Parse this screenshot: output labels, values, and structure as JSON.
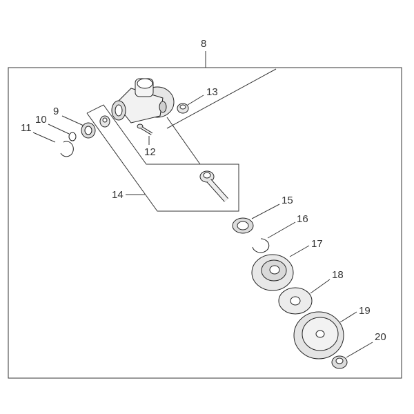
{
  "callouts": {
    "c8": "8",
    "c9": "9",
    "c10": "10",
    "c11": "11",
    "c12": "12",
    "c13": "13",
    "c14": "14",
    "c15": "15",
    "c16": "16",
    "c17": "17",
    "c18": "18",
    "c19": "19",
    "c20": "20"
  },
  "colors": {
    "line": "#333333",
    "part_fill": "#f2f2f2",
    "part_shade": "#cfcfcf",
    "background": "#ffffff"
  }
}
